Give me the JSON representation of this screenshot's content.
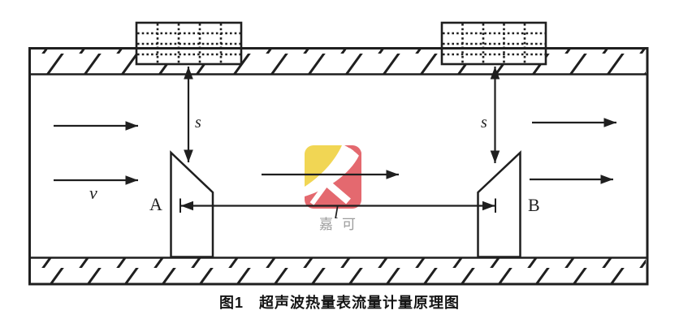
{
  "figure": {
    "caption": "图1　超声波热量表流量计量原理图",
    "labels": {
      "s_left": "s",
      "s_right": "s",
      "velocity": "v",
      "reflector_a": "A",
      "reflector_b": "B",
      "path_length": "l"
    },
    "watermark": {
      "brand_text": "嘉可",
      "logo_icon": "jiake-logo-icon"
    },
    "icons": {
      "transducer_left": "ultrasonic-transducer-grid-icon",
      "transducer_right": "ultrasonic-transducer-grid-icon",
      "pipe_walls": "hatched-wall-pattern",
      "flow": "flow-direction-arrows"
    }
  },
  "colors": {
    "line": "#1f1f1f",
    "logo_yellow": "#f1d654",
    "logo_red": "#e4696f",
    "brand_gray": "#9c9c9c",
    "caption_color": "#141414",
    "background": "#ffffff"
  }
}
